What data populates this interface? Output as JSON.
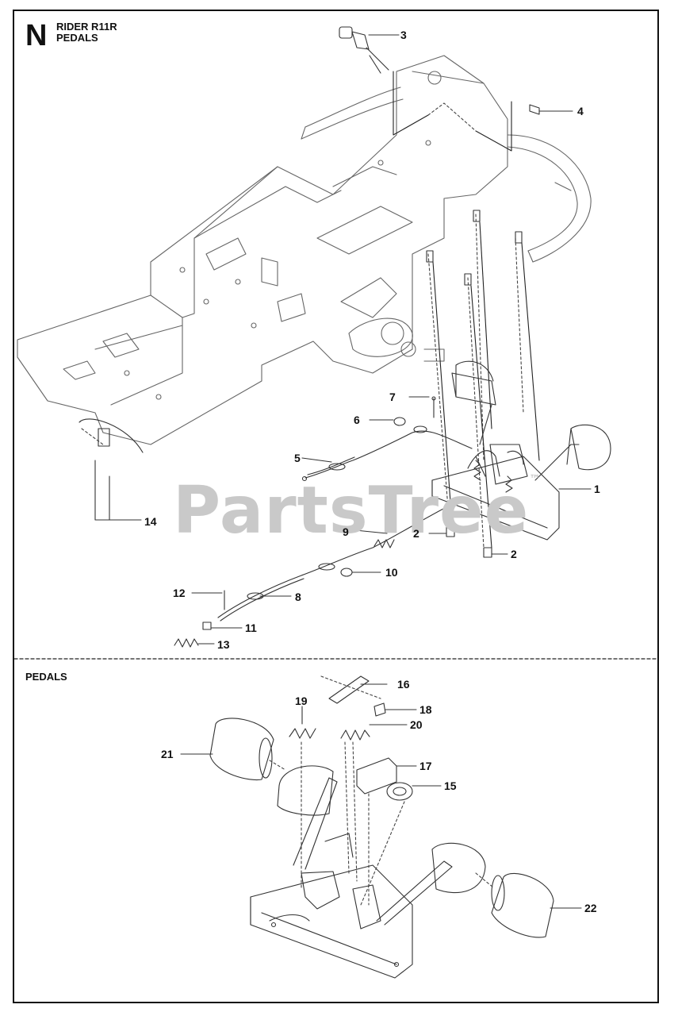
{
  "header": {
    "letter": "N",
    "line1": "RIDER R11R",
    "line2": "PEDALS"
  },
  "section2": {
    "title": "PEDALS"
  },
  "watermark": {
    "text": "PartsTree",
    "mark": "™"
  },
  "callouts": [
    {
      "label": "3"
    },
    {
      "label": "4"
    },
    {
      "label": "7"
    },
    {
      "label": "6"
    },
    {
      "label": "5"
    },
    {
      "label": "1"
    },
    {
      "label": "14"
    },
    {
      "label": "9"
    },
    {
      "label": "2"
    },
    {
      "label": "2"
    },
    {
      "label": "10"
    },
    {
      "label": "12"
    },
    {
      "label": "8"
    },
    {
      "label": "11"
    },
    {
      "label": "13"
    },
    {
      "label": "16"
    },
    {
      "label": "19"
    },
    {
      "label": "18"
    },
    {
      "label": "20"
    },
    {
      "label": "21"
    },
    {
      "label": "17"
    },
    {
      "label": "15"
    },
    {
      "label": "22"
    }
  ]
}
